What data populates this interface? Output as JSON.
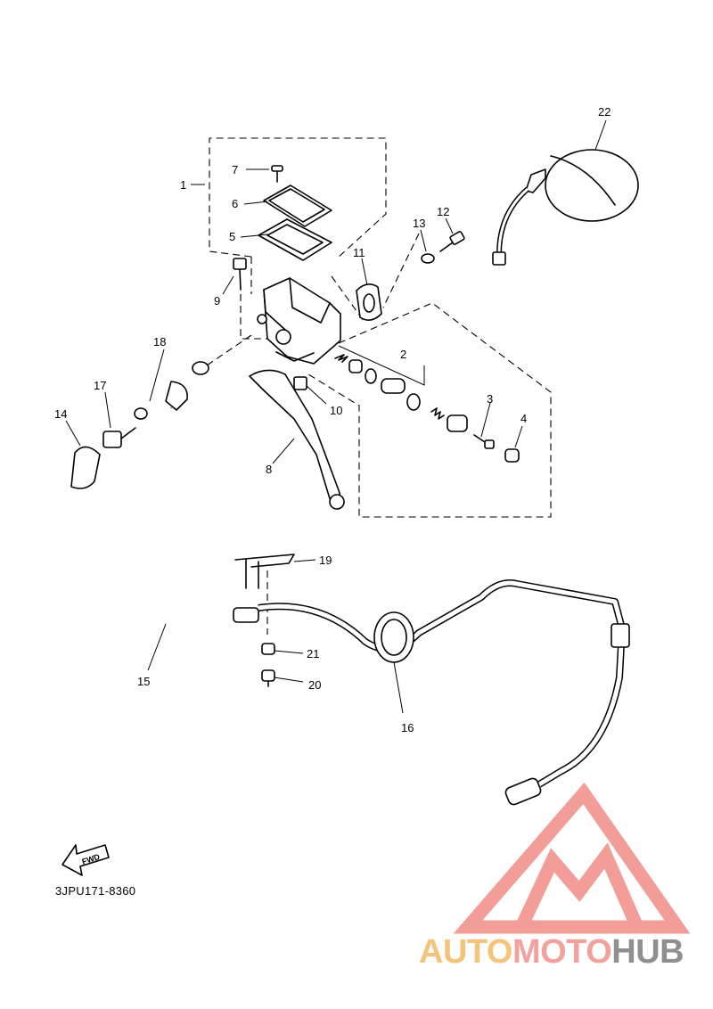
{
  "diagram": {
    "callouts": [
      {
        "id": "1",
        "text": "1"
      },
      {
        "id": "2",
        "text": "2"
      },
      {
        "id": "3",
        "text": "3"
      },
      {
        "id": "4",
        "text": "4"
      },
      {
        "id": "5",
        "text": "5"
      },
      {
        "id": "6",
        "text": "6"
      },
      {
        "id": "7",
        "text": "7"
      },
      {
        "id": "8",
        "text": "8"
      },
      {
        "id": "9",
        "text": "9"
      },
      {
        "id": "10",
        "text": "10"
      },
      {
        "id": "11",
        "text": "11"
      },
      {
        "id": "12",
        "text": "12"
      },
      {
        "id": "13",
        "text": "13"
      },
      {
        "id": "14",
        "text": "14"
      },
      {
        "id": "15",
        "text": "15"
      },
      {
        "id": "16",
        "text": "16"
      },
      {
        "id": "17",
        "text": "17"
      },
      {
        "id": "18",
        "text": "18"
      },
      {
        "id": "19",
        "text": "19"
      },
      {
        "id": "20",
        "text": "20"
      },
      {
        "id": "21",
        "text": "21"
      },
      {
        "id": "22",
        "text": "22"
      }
    ],
    "fwd_label": "FWD",
    "part_code": "3JPU171-8360"
  },
  "watermark": {
    "part1": "AUTO",
    "part2": "MOTO",
    "part3": "HUB",
    "colors": {
      "auto": "#f6c37a",
      "moto": "#f2a29c",
      "hub": "#8f8f8f",
      "logo": "#f08c86"
    }
  }
}
